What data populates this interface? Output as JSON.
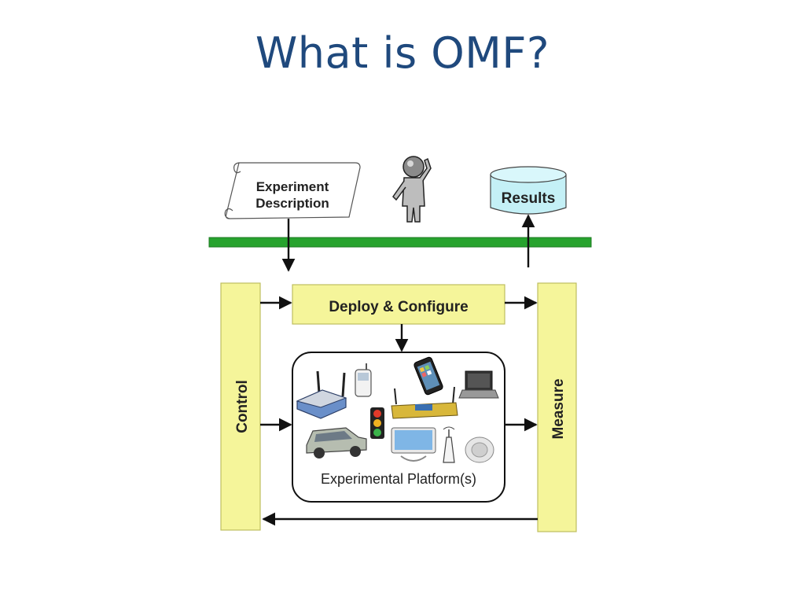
{
  "title": "What is OMF?",
  "diagram": {
    "experiment_description": [
      "Experiment",
      "Description"
    ],
    "results": "Results",
    "deploy_configure": "Deploy & Configure",
    "control": "Control",
    "measure": "Measure",
    "platform": "Experimental Platform(s)"
  },
  "colors": {
    "title": "#1f497d",
    "yellow_box": "#f5f59a",
    "green_bar": "#27a32e",
    "results_cylinder": "#c4f0f6"
  },
  "icons": [
    "scroll-icon",
    "person-icon",
    "database-icon",
    "wifi-router-icon",
    "cellphone-icon",
    "smartphone-icon",
    "laptop-icon",
    "traffic-light-icon",
    "sensor-board-icon",
    "car-icon",
    "computer-monitor-icon",
    "antenna-icon",
    "smoke-detector-icon"
  ]
}
